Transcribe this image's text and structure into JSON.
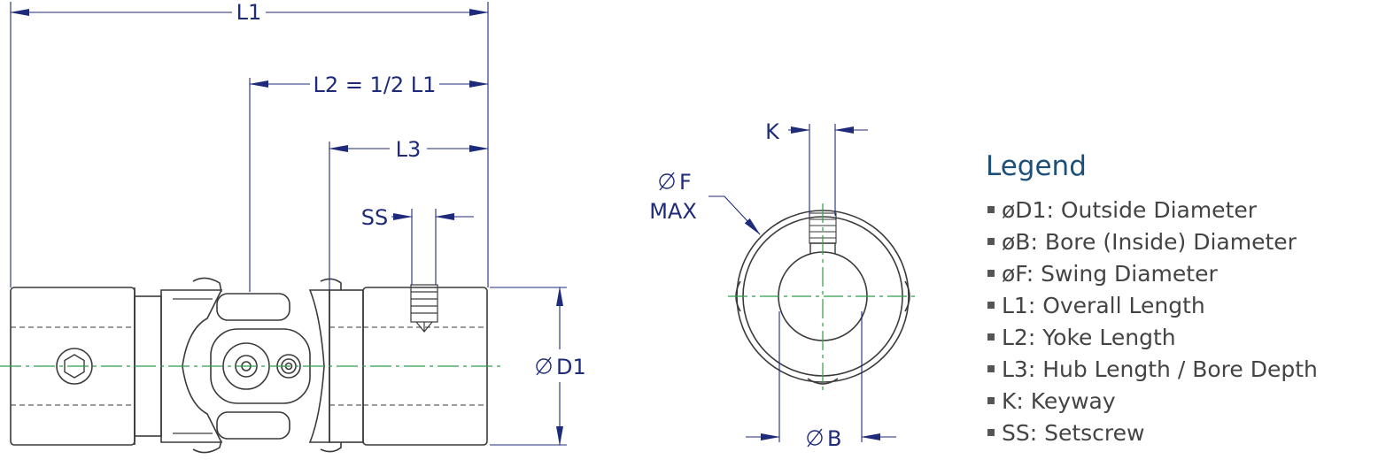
{
  "dimensions": {
    "l1": "L1",
    "l2": "L2 = 1/2 L1",
    "l3": "L3",
    "ss": "SS",
    "d1": "D1",
    "k": "K",
    "f": "F",
    "f_max": "MAX",
    "b": "B",
    "diameter_symbol": "ø"
  },
  "legend": {
    "title": "Legend",
    "items": [
      "øD1: Outside Diameter",
      "øB: Bore (Inside) Diameter",
      "øF: Swing Diameter",
      "L1: Overall Length",
      "L2: Yoke Length",
      "L3: Hub Length / Bore Depth",
      "K: Keyway",
      "SS: Setscrew"
    ]
  },
  "colors": {
    "dimension_line": "#1e2a7a",
    "part_outline": "#3a3a3a",
    "center_line": "#2e9e4a",
    "legend_title": "#1c4f7a",
    "legend_text": "#444444"
  }
}
